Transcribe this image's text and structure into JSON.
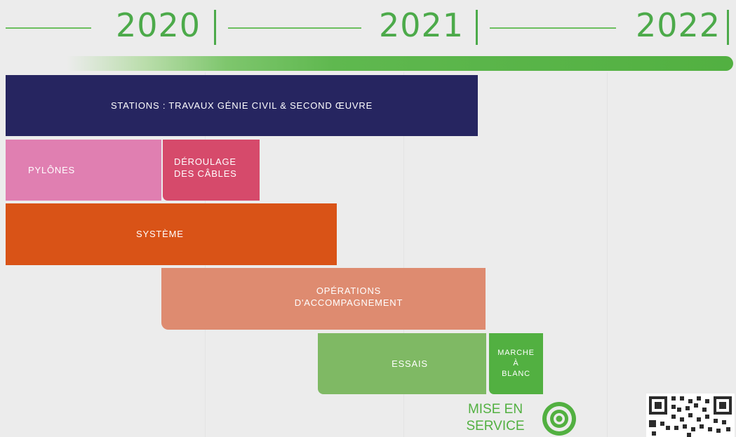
{
  "header": {
    "years": [
      "2020",
      "2021",
      "2022"
    ]
  },
  "tasks": [
    {
      "id": "stations",
      "label": "STATIONS : TRAVAUX GÉNIE CIVIL & SECOND ŒUVRE",
      "color": "#262560"
    },
    {
      "id": "pylones",
      "label": "PYLÔNES",
      "color": "#e07fb1"
    },
    {
      "id": "deroulage",
      "label": "DÉROULAGE\nDES CÂBLES",
      "color": "#d64a6b"
    },
    {
      "id": "systeme",
      "label": "SYSTÈME",
      "color": "#d95317"
    },
    {
      "id": "operations",
      "label": "OPÉRATIONS\nD'ACCOMPAGNEMENT",
      "color": "#de8b70"
    },
    {
      "id": "essais",
      "label": "ESSAIS",
      "color": "#7fb964"
    },
    {
      "id": "marche",
      "label": "MARCHE\nÀ\nBLANC",
      "color": "#52b041"
    }
  ],
  "milestone": {
    "label": "MISE EN\nSERVICE",
    "icon": "target-icon",
    "color": "#52b041"
  },
  "qr": {
    "icon": "qr-code-icon"
  }
}
